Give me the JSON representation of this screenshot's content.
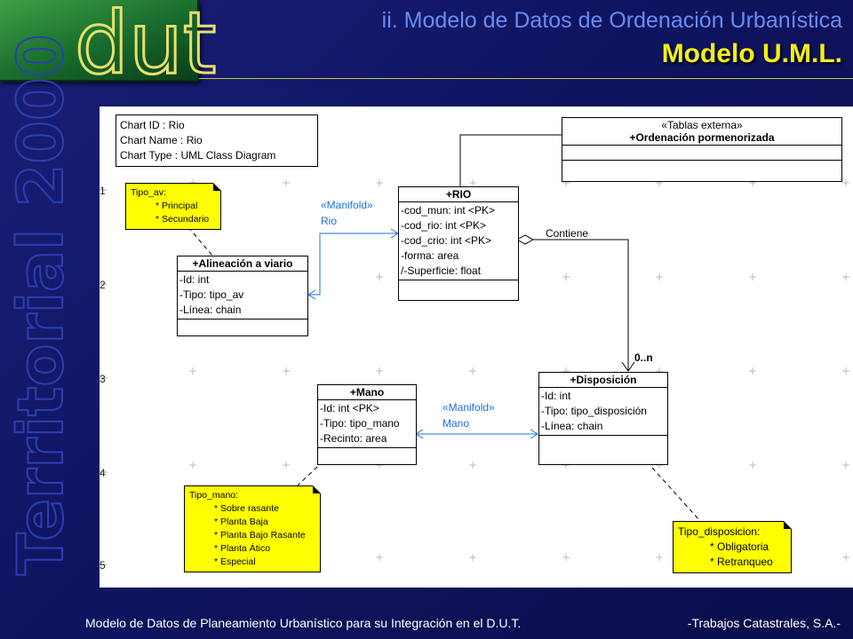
{
  "header": {
    "logo_text": "dut",
    "title_line1": "ii. Modelo de Datos de Ordenación Urbanística",
    "title_line2": "Modelo U.M.L."
  },
  "side_title": "Territorial 2000",
  "chart_info": {
    "line1": "Chart ID : Rio",
    "line2": "Chart Name : Rio",
    "line3": "Chart Type : UML Class Diagram"
  },
  "classes": {
    "tablas": {
      "stereotype": "«Tablas externa»",
      "name": "+Ordenación pormenorizada"
    },
    "rio": {
      "name": "+RIO",
      "attrs": [
        "-cod_mun: int <PK>",
        "-cod_rio: int <PK>",
        "-cod_crio: int <PK>",
        "-forma: area",
        "/-Superficie: float"
      ]
    },
    "alineacion": {
      "name": "+Alineación a viario",
      "attrs": [
        "-Id: int",
        "-Tipo: tipo_av",
        "-Línea: chain"
      ]
    },
    "mano": {
      "name": "+Mano",
      "attrs": [
        "-Id: int <PK>",
        "-Tipo: tipo_mano",
        "-Recinto: area"
      ]
    },
    "disposicion": {
      "name": "+Disposición",
      "attrs": [
        "-Id: int",
        "-Tipo: tipo_disposición",
        "-Línea: chain"
      ]
    }
  },
  "notes": {
    "tipo_av": {
      "title": "Tipo_av:",
      "items": [
        "* Principal",
        "* Secundario"
      ]
    },
    "tipo_mano": {
      "title": "Tipo_mano:",
      "items": [
        "* Sobre rasante",
        "* Planta Baja",
        "* Planta Bajo Rasante",
        "* Planta Ático",
        "* Especial"
      ]
    },
    "tipo_disposicion": {
      "title": "Tipo_disposicion:",
      "items": [
        "* Obligatoria",
        "* Retranqueo"
      ]
    }
  },
  "relations": {
    "manifold_rio_1": "«Manifold»",
    "manifold_rio_2": "Rio",
    "manifold_mano_1": "«Manifold»",
    "manifold_mano_2": "Mano",
    "contiene": "Contiene",
    "multiplicity": "0..n"
  },
  "ruler": [
    "1",
    "2",
    "3",
    "4",
    "5"
  ],
  "footer": {
    "left": "Modelo de Datos de Planeamiento Urbanístico para su Integración en el D.U.T.",
    "right": "-Trabajos Catastrales, S.A.-"
  },
  "colors": {
    "note": "#ffff00",
    "manifold": "#1d6fe0",
    "title1": "#6a8cf0",
    "title2": "#f3f017"
  }
}
